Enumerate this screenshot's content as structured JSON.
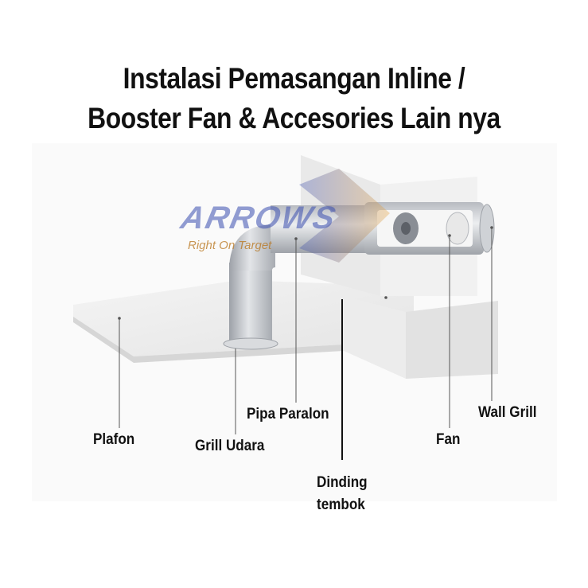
{
  "title": {
    "line1": "Instalasi Pemasangan Inline /",
    "line2": "Booster Fan & Accesories Lain nya"
  },
  "watermark": {
    "name": "ARROWS",
    "tagline": "Right On Target",
    "color_primary": "#3b4fb0",
    "color_accent": "#e8a23a"
  },
  "labels": {
    "plafon": "Plafon",
    "grill_udara": "Grill Udara",
    "pipa_paralon": "Pipa Paralon",
    "dinding_tembok_line1": "Dinding",
    "dinding_tembok_line2": "tembok",
    "fan": "Fan",
    "wall_grill": "Wall Grill"
  },
  "colors": {
    "text": "#111111",
    "surface": "#eeeeee",
    "duct": "#c9ccd1"
  }
}
